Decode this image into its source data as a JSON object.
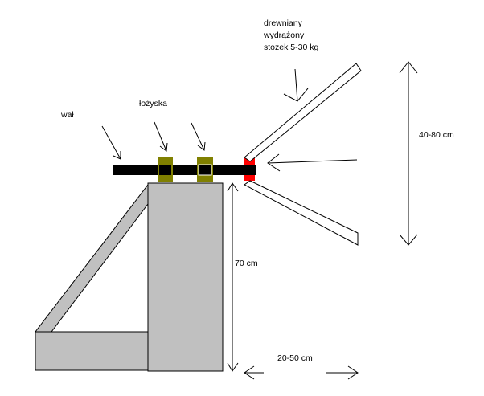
{
  "labels": {
    "cone_line1": "drewniany",
    "cone_line2": "wydrążony",
    "cone_line3": "stożek 5-30 kg",
    "bearings": "łożyska",
    "shaft": "wał",
    "cone_height": "40-80 cm",
    "stand_height": "70 cm",
    "cone_depth": "20-50 cm"
  },
  "colors": {
    "shaft": "#000000",
    "bearing": "#808000",
    "hub": "#ff0000",
    "stand": "#c0c0c0",
    "line": "#000000",
    "background": "#ffffff"
  }
}
